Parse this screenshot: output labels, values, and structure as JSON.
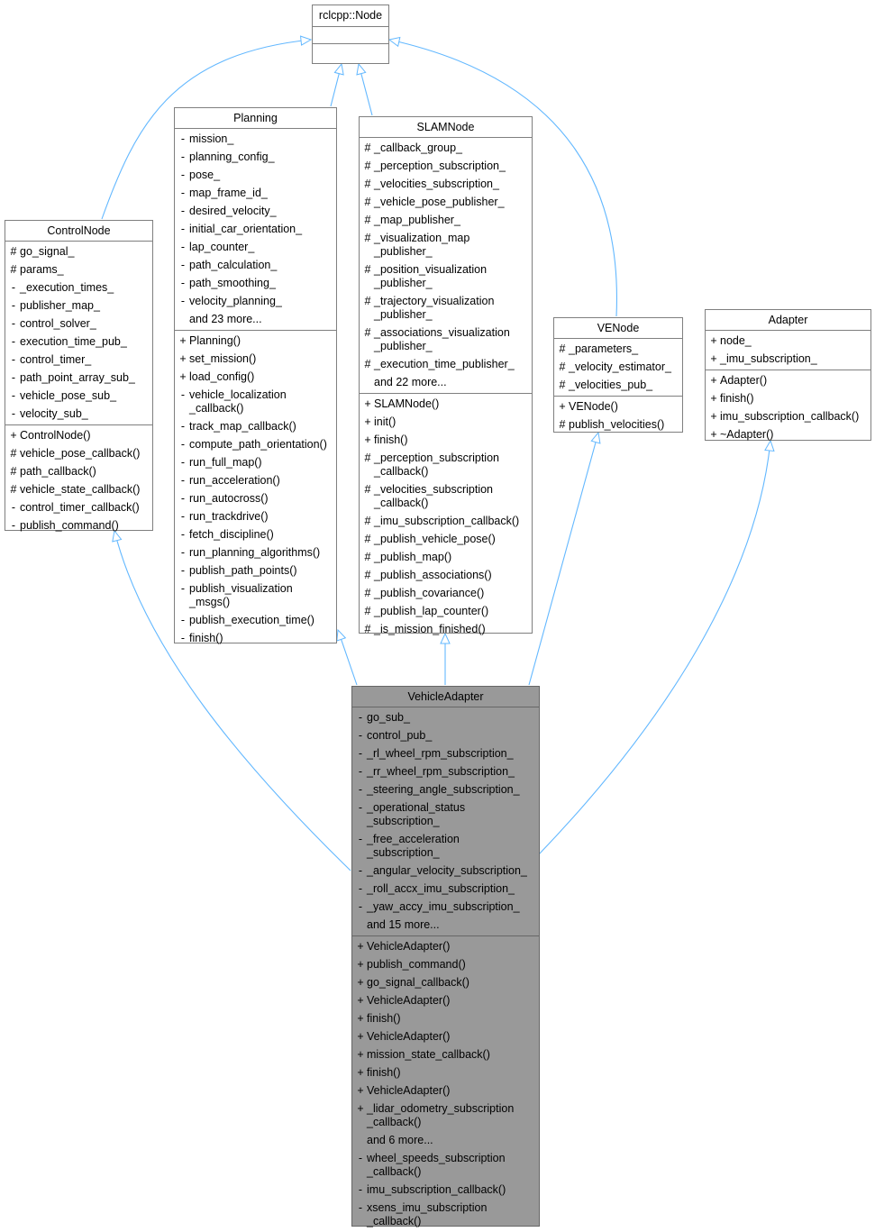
{
  "diagram": {
    "edge_color": "#63b8ff",
    "classes": {
      "rclcpp_node": {
        "name": "rclcpp::Node",
        "attributes": [],
        "methods": []
      },
      "control_node": {
        "name": "ControlNode",
        "attributes": [
          {
            "vis": "#",
            "name": "go_signal_"
          },
          {
            "vis": "#",
            "name": "params_"
          },
          {
            "vis": "-",
            "name": "_execution_times_"
          },
          {
            "vis": "-",
            "name": "publisher_map_"
          },
          {
            "vis": "-",
            "name": "control_solver_"
          },
          {
            "vis": "-",
            "name": "execution_time_pub_"
          },
          {
            "vis": "-",
            "name": "control_timer_"
          },
          {
            "vis": "-",
            "name": "path_point_array_sub_"
          },
          {
            "vis": "-",
            "name": "vehicle_pose_sub_"
          },
          {
            "vis": "-",
            "name": "velocity_sub_"
          }
        ],
        "methods": [
          {
            "vis": "+",
            "name": "ControlNode()"
          },
          {
            "vis": "#",
            "name": "vehicle_pose_callback()"
          },
          {
            "vis": "#",
            "name": "path_callback()"
          },
          {
            "vis": "#",
            "name": "vehicle_state_callback()"
          },
          {
            "vis": "-",
            "name": "control_timer_callback()"
          },
          {
            "vis": "-",
            "name": "publish_command()"
          }
        ]
      },
      "planning": {
        "name": "Planning",
        "attributes": [
          {
            "vis": "-",
            "name": "mission_"
          },
          {
            "vis": "-",
            "name": "planning_config_"
          },
          {
            "vis": "-",
            "name": "pose_"
          },
          {
            "vis": "-",
            "name": "map_frame_id_"
          },
          {
            "vis": "-",
            "name": "desired_velocity_"
          },
          {
            "vis": "-",
            "name": "initial_car_orientation_"
          },
          {
            "vis": "-",
            "name": "lap_counter_"
          },
          {
            "vis": "-",
            "name": "path_calculation_"
          },
          {
            "vis": "-",
            "name": "path_smoothing_"
          },
          {
            "vis": "-",
            "name": "velocity_planning_"
          },
          {
            "vis": "",
            "name": "and 23 more..."
          }
        ],
        "methods": [
          {
            "vis": "+",
            "name": "Planning()"
          },
          {
            "vis": "+",
            "name": "set_mission()"
          },
          {
            "vis": "+",
            "name": "load_config()"
          },
          {
            "vis": "-",
            "name": "vehicle_localization\n_callback()"
          },
          {
            "vis": "-",
            "name": "track_map_callback()"
          },
          {
            "vis": "-",
            "name": "compute_path_orientation()"
          },
          {
            "vis": "-",
            "name": "run_full_map()"
          },
          {
            "vis": "-",
            "name": "run_acceleration()"
          },
          {
            "vis": "-",
            "name": "run_autocross()"
          },
          {
            "vis": "-",
            "name": "run_trackdrive()"
          },
          {
            "vis": "-",
            "name": "fetch_discipline()"
          },
          {
            "vis": "-",
            "name": "run_planning_algorithms()"
          },
          {
            "vis": "-",
            "name": "publish_path_points()"
          },
          {
            "vis": "-",
            "name": "publish_visualization\n_msgs()"
          },
          {
            "vis": "-",
            "name": "publish_execution_time()"
          },
          {
            "vis": "-",
            "name": "finish()"
          }
        ]
      },
      "slam_node": {
        "name": "SLAMNode",
        "attributes": [
          {
            "vis": "#",
            "name": "_callback_group_"
          },
          {
            "vis": "#",
            "name": "_perception_subscription_"
          },
          {
            "vis": "#",
            "name": "_velocities_subscription_"
          },
          {
            "vis": "#",
            "name": "_vehicle_pose_publisher_"
          },
          {
            "vis": "#",
            "name": "_map_publisher_"
          },
          {
            "vis": "#",
            "name": "_visualization_map\n_publisher_"
          },
          {
            "vis": "#",
            "name": "_position_visualization\n_publisher_"
          },
          {
            "vis": "#",
            "name": "_trajectory_visualization\n_publisher_"
          },
          {
            "vis": "#",
            "name": "_associations_visualization\n_publisher_"
          },
          {
            "vis": "#",
            "name": "_execution_time_publisher_"
          },
          {
            "vis": "",
            "name": "and 22 more..."
          }
        ],
        "methods": [
          {
            "vis": "+",
            "name": "SLAMNode()"
          },
          {
            "vis": "+",
            "name": "init()"
          },
          {
            "vis": "+",
            "name": "finish()"
          },
          {
            "vis": "#",
            "name": "_perception_subscription\n_callback()"
          },
          {
            "vis": "#",
            "name": "_velocities_subscription\n_callback()"
          },
          {
            "vis": "#",
            "name": "_imu_subscription_callback()"
          },
          {
            "vis": "#",
            "name": "_publish_vehicle_pose()"
          },
          {
            "vis": "#",
            "name": "_publish_map()"
          },
          {
            "vis": "#",
            "name": "_publish_associations()"
          },
          {
            "vis": "#",
            "name": "_publish_covariance()"
          },
          {
            "vis": "#",
            "name": "_publish_lap_counter()"
          },
          {
            "vis": "#",
            "name": "_is_mission_finished()"
          }
        ]
      },
      "ve_node": {
        "name": "VENode",
        "attributes": [
          {
            "vis": "#",
            "name": "_parameters_"
          },
          {
            "vis": "#",
            "name": "_velocity_estimator_"
          },
          {
            "vis": "#",
            "name": "_velocities_pub_"
          }
        ],
        "methods": [
          {
            "vis": "+",
            "name": "VENode()"
          },
          {
            "vis": "#",
            "name": "publish_velocities()"
          }
        ]
      },
      "adapter": {
        "name": "Adapter",
        "attributes": [
          {
            "vis": "+",
            "name": "node_"
          },
          {
            "vis": "+",
            "name": "_imu_subscription_"
          }
        ],
        "methods": [
          {
            "vis": "+",
            "name": "Adapter()"
          },
          {
            "vis": "+",
            "name": "finish()"
          },
          {
            "vis": "+",
            "name": "imu_subscription_callback()"
          },
          {
            "vis": "+",
            "name": "~Adapter()"
          }
        ]
      },
      "vehicle_adapter": {
        "name": "VehicleAdapter",
        "attributes": [
          {
            "vis": "-",
            "name": "go_sub_"
          },
          {
            "vis": "-",
            "name": "control_pub_"
          },
          {
            "vis": "-",
            "name": "_rl_wheel_rpm_subscription_"
          },
          {
            "vis": "-",
            "name": "_rr_wheel_rpm_subscription_"
          },
          {
            "vis": "-",
            "name": "_steering_angle_subscription_"
          },
          {
            "vis": "-",
            "name": "_operational_status\n_subscription_"
          },
          {
            "vis": "-",
            "name": "_free_acceleration\n_subscription_"
          },
          {
            "vis": "-",
            "name": "_angular_velocity_subscription_"
          },
          {
            "vis": "-",
            "name": "_roll_accx_imu_subscription_"
          },
          {
            "vis": "-",
            "name": "_yaw_accy_imu_subscription_"
          },
          {
            "vis": "",
            "name": "and 15 more..."
          }
        ],
        "methods": [
          {
            "vis": "+",
            "name": "VehicleAdapter()"
          },
          {
            "vis": "+",
            "name": "publish_command()"
          },
          {
            "vis": "+",
            "name": "go_signal_callback()"
          },
          {
            "vis": "+",
            "name": "VehicleAdapter()"
          },
          {
            "vis": "+",
            "name": "finish()"
          },
          {
            "vis": "+",
            "name": "VehicleAdapter()"
          },
          {
            "vis": "+",
            "name": "mission_state_callback()"
          },
          {
            "vis": "+",
            "name": "finish()"
          },
          {
            "vis": "+",
            "name": "VehicleAdapter()"
          },
          {
            "vis": "+",
            "name": "_lidar_odometry_subscription\n_callback()"
          },
          {
            "vis": "",
            "name": "and 6 more..."
          },
          {
            "vis": "-",
            "name": "wheel_speeds_subscription\n_callback()"
          },
          {
            "vis": "-",
            "name": "imu_subscription_callback()"
          },
          {
            "vis": "-",
            "name": "xsens_imu_subscription\n_callback()"
          }
        ]
      }
    },
    "edges": [
      {
        "from": "ControlNode",
        "to": "rclcpp::Node",
        "type": "inheritance"
      },
      {
        "from": "Planning",
        "to": "rclcpp::Node",
        "type": "inheritance"
      },
      {
        "from": "SLAMNode",
        "to": "rclcpp::Node",
        "type": "inheritance"
      },
      {
        "from": "VENode",
        "to": "rclcpp::Node",
        "type": "inheritance"
      },
      {
        "from": "VehicleAdapter",
        "to": "ControlNode",
        "type": "inheritance"
      },
      {
        "from": "VehicleAdapter",
        "to": "Planning",
        "type": "inheritance"
      },
      {
        "from": "VehicleAdapter",
        "to": "SLAMNode",
        "type": "inheritance"
      },
      {
        "from": "VehicleAdapter",
        "to": "VENode",
        "type": "inheritance"
      },
      {
        "from": "VehicleAdapter",
        "to": "Adapter",
        "type": "inheritance"
      }
    ]
  }
}
